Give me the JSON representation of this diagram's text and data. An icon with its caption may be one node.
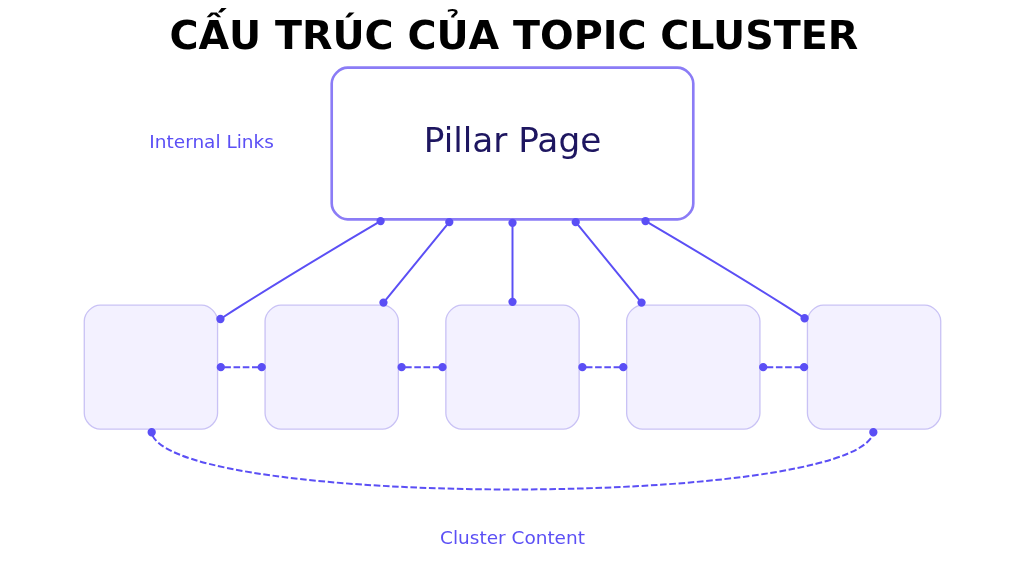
{
  "diagram": {
    "title": "CẤU TRÚC CỦA TOPIC CLUSTER",
    "nodes": [
      {
        "text": [
          "Pillar Page"
        ]
      },
      {
        "text": [],
        "shape": "box"
      },
      {
        "text": [],
        "shape": "box"
      },
      {
        "text": [],
        "shape": "box"
      },
      {
        "text": [],
        "shape": "box"
      },
      {
        "text": [],
        "shape": "box"
      }
    ],
    "edges": [
      {
        "from": 0,
        "to": 1,
        "arrow": "other"
      },
      {
        "from": 0,
        "to": 2,
        "arrow": "other"
      },
      {
        "from": 0,
        "to": 3,
        "arrow": "other"
      },
      {
        "from": 0,
        "to": 4,
        "arrow": "other"
      },
      {
        "from": 0,
        "to": 5,
        "arrow": "other"
      },
      {
        "from": 1,
        "to": 2,
        "arrow": "other",
        "style": "dashed"
      },
      {
        "from": 2,
        "to": 3,
        "arrow": "other",
        "style": "dashed"
      },
      {
        "from": 3,
        "to": 4,
        "arrow": "other",
        "style": "dashed"
      },
      {
        "from": 4,
        "to": 5,
        "arrow": "other",
        "style": "dashed"
      },
      {
        "from": 1,
        "to": 5,
        "arrow": "other",
        "style": "dashed"
      }
    ],
    "labels": [
      "Internal Links",
      "Cluster Content"
    ]
  }
}
